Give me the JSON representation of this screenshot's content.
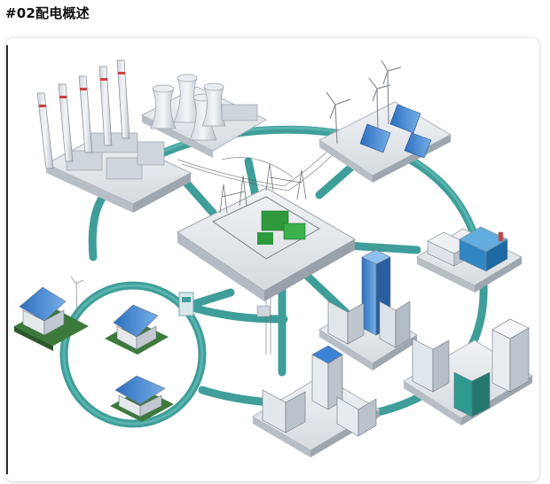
{
  "page": {
    "heading": "#02配电概述"
  },
  "colors": {
    "ring": "#3f9e9a",
    "ring_dark": "#2b7f7b",
    "ground": "#e7eaee",
    "ground_side": "#b8bec6",
    "building_blue": "#3c83d6",
    "building_light": "#dfe6ee",
    "solar": "#2f6fc9",
    "substation_green": "#2e9a3c"
  },
  "diagram": {
    "nodes": [
      {
        "id": "coal-power-plant",
        "icon": "smokestack-icon"
      },
      {
        "id": "nuclear-cooling-towers",
        "icon": "cooling-tower-icon"
      },
      {
        "id": "wind-solar-farm",
        "icon": "wind-turbine-icon"
      },
      {
        "id": "central-substation",
        "icon": "substation-icon"
      },
      {
        "id": "industrial-park",
        "icon": "factory-icon"
      },
      {
        "id": "residential-homes",
        "icon": "house-icon"
      },
      {
        "id": "commercial-district",
        "icon": "office-building-icon"
      },
      {
        "id": "downtown-towers",
        "icon": "skyscraper-icon"
      }
    ]
  }
}
